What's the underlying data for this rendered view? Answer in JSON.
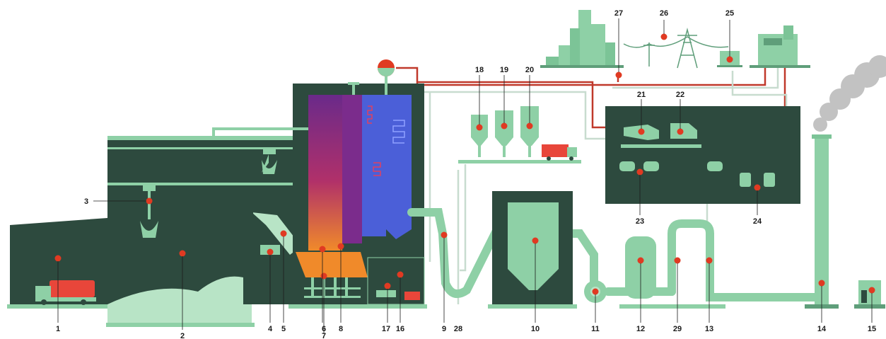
{
  "colors": {
    "dark_green": "#2d4a3e",
    "mint": "#8ed0a6",
    "mint_light": "#b8e4c6",
    "red_dot": "#e03a22",
    "pipe_red": "#c0392b",
    "pipe_light": "#c8dccf",
    "furnace_purple": "#7b2c8c",
    "boiler_blue": "#4b5fd8",
    "flame_orange": "#f08a2a",
    "truck_red": "#e8463a",
    "smoke_grey": "#9a9a9a"
  },
  "labels": {
    "n1": "1",
    "n2": "2",
    "n3": "3",
    "n4": "4",
    "n5": "5",
    "n6": "6",
    "n7": "7",
    "n8": "8",
    "n9": "9",
    "n10": "10",
    "n11": "11",
    "n12": "12",
    "n13": "13",
    "n14": "14",
    "n15": "15",
    "n16": "16",
    "n17": "17",
    "n18": "18",
    "n19": "19",
    "n20": "20",
    "n21": "21",
    "n22": "22",
    "n23": "23",
    "n24": "24",
    "n25": "25",
    "n26": "26",
    "n27": "27",
    "n28": "28",
    "n29": "29"
  }
}
